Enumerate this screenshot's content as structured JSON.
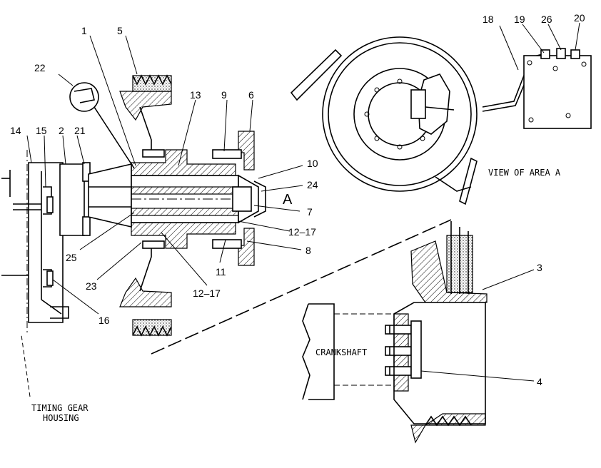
{
  "callouts": {
    "c1": "1",
    "c5": "5",
    "c13": "13",
    "c9": "9",
    "c6": "6",
    "c22": "22",
    "c14": "14",
    "c15": "15",
    "c2": "2",
    "c21": "21",
    "c10": "10",
    "c24": "24",
    "cA": "A",
    "c7": "7",
    "c12a": "12–17",
    "c8": "8",
    "c25": "25",
    "c11": "11",
    "c23": "23",
    "c12b": "12–17",
    "c16": "16",
    "c18": "18",
    "c19": "19",
    "c26": "26",
    "c20": "20",
    "c3": "3",
    "c4": "4"
  },
  "captions": {
    "view_area": "VIEW OF AREA A",
    "crankshaft": "CRANKSHAFT",
    "timing_line1": "TIMING GEAR",
    "timing_line2": "HOUSING"
  }
}
